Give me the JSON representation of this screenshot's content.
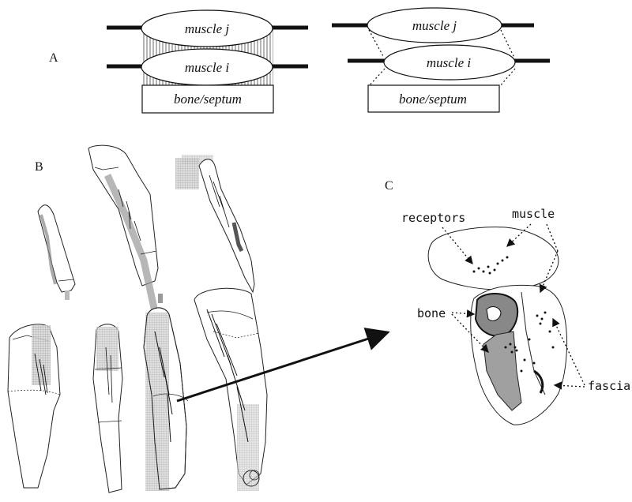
{
  "panels": {
    "a": {
      "letter": "A",
      "left": {
        "muscle_j": "muscle j",
        "muscle_i": "muscle i",
        "bone": "bone/septum"
      },
      "right": {
        "muscle_j": "muscle j",
        "muscle_i": "muscle i",
        "bone": "bone/septum"
      }
    },
    "b": {
      "letter": "B"
    },
    "c": {
      "letter": "C",
      "labels": {
        "receptors": "receptors",
        "muscle": "muscle",
        "bone": "bone",
        "fascia": "fascia"
      }
    }
  },
  "colors": {
    "ink": "#111111",
    "shading": "#9a9a9a",
    "light_shading": "#cfcfcf"
  }
}
